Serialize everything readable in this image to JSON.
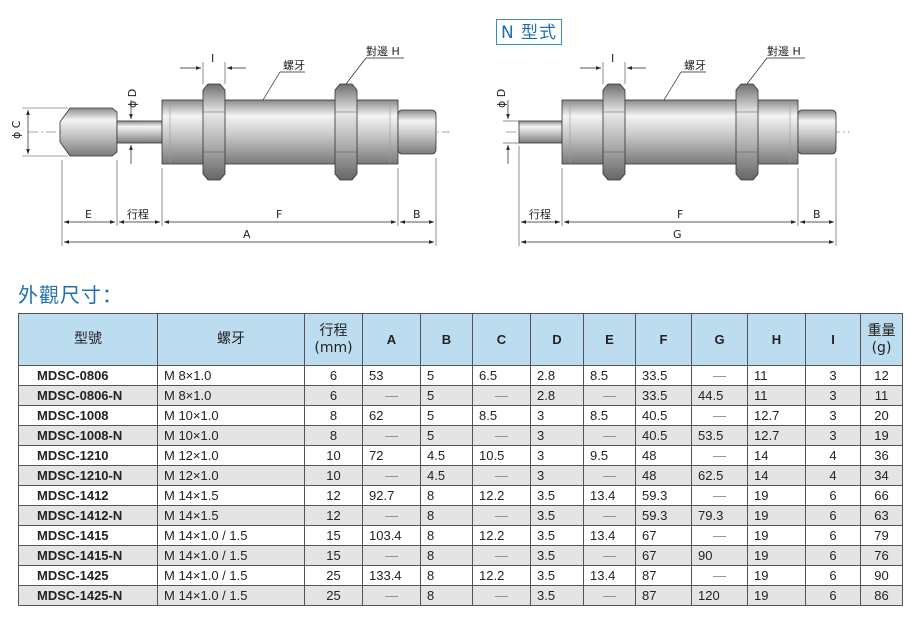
{
  "drawing": {
    "n_type_label": "N 型式",
    "labels": {
      "thread": "螺牙",
      "hex_flat": "對邊 H",
      "I": "I",
      "phiD": "ϕ D",
      "phiC": "ϕ C",
      "E": "E",
      "stroke": "行程",
      "F": "F",
      "B": "B",
      "A": "A",
      "G": "G"
    }
  },
  "section_title": "外觀尺寸：",
  "table": {
    "headers": {
      "model": "型號",
      "thread": "螺牙",
      "stroke_l1": "行程",
      "stroke_l2": "(mm)",
      "A": "A",
      "B": "B",
      "C": "C",
      "D": "D",
      "E": "E",
      "F": "F",
      "G": "G",
      "H": "H",
      "I": "I",
      "weight_l1": "重量",
      "weight_l2": "(g)"
    },
    "rows": [
      {
        "model": "MDSC-0806",
        "thread": "M 8×1.0",
        "stroke": "6",
        "A": "53",
        "B": "5",
        "C": "6.5",
        "D": "2.8",
        "E": "8.5",
        "F": "33.5",
        "G": "—",
        "H": "11",
        "I": "3",
        "W": "12"
      },
      {
        "model": "MDSC-0806-N",
        "thread": "M 8×1.0",
        "stroke": "6",
        "A": "—",
        "B": "5",
        "C": "—",
        "D": "2.8",
        "E": "—",
        "F": "33.5",
        "G": "44.5",
        "H": "11",
        "I": "3",
        "W": "11"
      },
      {
        "model": "MDSC-1008",
        "thread": "M 10×1.0",
        "stroke": "8",
        "A": "62",
        "B": "5",
        "C": "8.5",
        "D": "3",
        "E": "8.5",
        "F": "40.5",
        "G": "—",
        "H": "12.7",
        "I": "3",
        "W": "20"
      },
      {
        "model": "MDSC-1008-N",
        "thread": "M 10×1.0",
        "stroke": "8",
        "A": "—",
        "B": "5",
        "C": "—",
        "D": "3",
        "E": "—",
        "F": "40.5",
        "G": "53.5",
        "H": "12.7",
        "I": "3",
        "W": "19"
      },
      {
        "model": "MDSC-1210",
        "thread": "M 12×1.0",
        "stroke": "10",
        "A": "72",
        "B": "4.5",
        "C": "10.5",
        "D": "3",
        "E": "9.5",
        "F": "48",
        "G": "—",
        "H": "14",
        "I": "4",
        "W": "36"
      },
      {
        "model": "MDSC-1210-N",
        "thread": "M 12×1.0",
        "stroke": "10",
        "A": "—",
        "B": "4.5",
        "C": "—",
        "D": "3",
        "E": "—",
        "F": "48",
        "G": "62.5",
        "H": "14",
        "I": "4",
        "W": "34"
      },
      {
        "model": "MDSC-1412",
        "thread": "M 14×1.5",
        "stroke": "12",
        "A": "92.7",
        "B": "8",
        "C": "12.2",
        "D": "3.5",
        "E": "13.4",
        "F": "59.3",
        "G": "—",
        "H": "19",
        "I": "6",
        "W": "66"
      },
      {
        "model": "MDSC-1412-N",
        "thread": "M 14×1.5",
        "stroke": "12",
        "A": "—",
        "B": "8",
        "C": "—",
        "D": "3.5",
        "E": "—",
        "F": "59.3",
        "G": "79.3",
        "H": "19",
        "I": "6",
        "W": "63"
      },
      {
        "model": "MDSC-1415",
        "thread": "M 14×1.0 / 1.5",
        "stroke": "15",
        "A": "103.4",
        "B": "8",
        "C": "12.2",
        "D": "3.5",
        "E": "13.4",
        "F": "67",
        "G": "—",
        "H": "19",
        "I": "6",
        "W": "79"
      },
      {
        "model": "MDSC-1415-N",
        "thread": "M 14×1.0 / 1.5",
        "stroke": "15",
        "A": "—",
        "B": "8",
        "C": "—",
        "D": "3.5",
        "E": "—",
        "F": "67",
        "G": "90",
        "H": "19",
        "I": "6",
        "W": "76"
      },
      {
        "model": "MDSC-1425",
        "thread": "M 14×1.0 / 1.5",
        "stroke": "25",
        "A": "133.4",
        "B": "8",
        "C": "12.2",
        "D": "3.5",
        "E": "13.4",
        "F": "87",
        "G": "—",
        "H": "19",
        "I": "6",
        "W": "90"
      },
      {
        "model": "MDSC-1425-N",
        "thread": "M 14×1.0 / 1.5",
        "stroke": "25",
        "A": "—",
        "B": "8",
        "C": "—",
        "D": "3.5",
        "E": "—",
        "F": "87",
        "G": "120",
        "H": "19",
        "I": "6",
        "W": "86"
      }
    ]
  }
}
